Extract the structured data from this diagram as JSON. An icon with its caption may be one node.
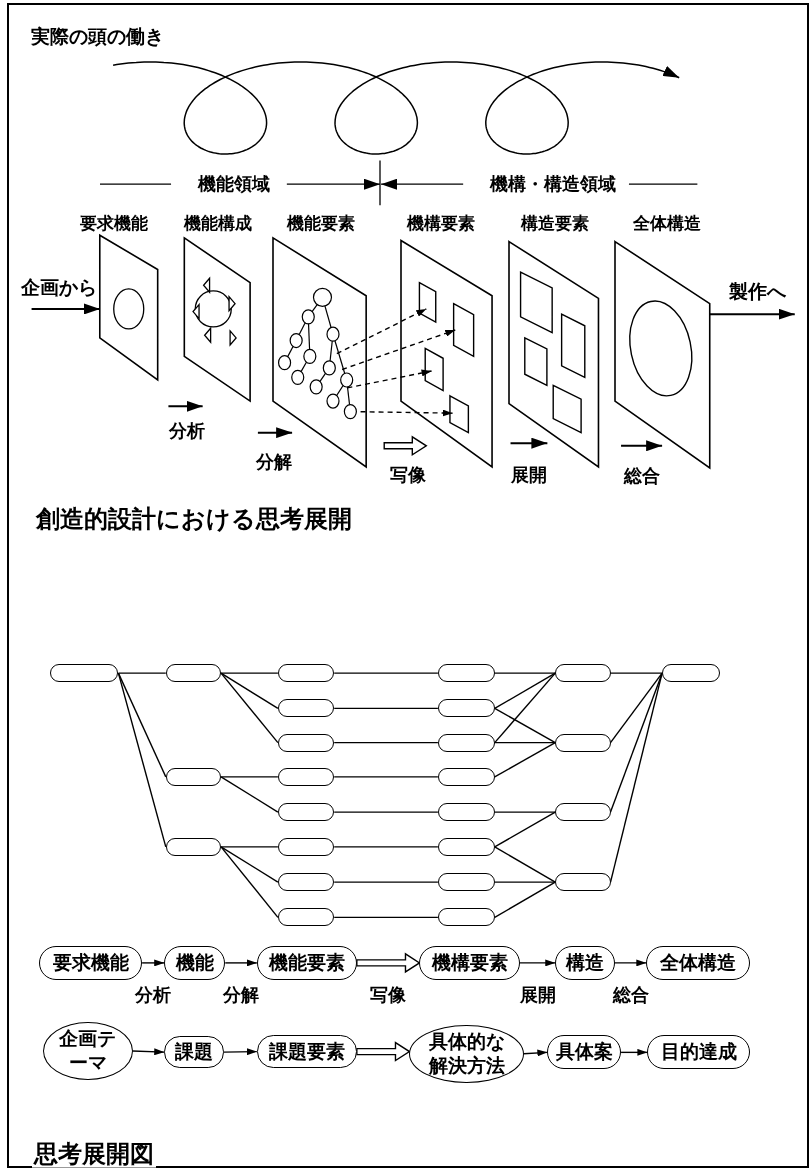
{
  "diagram": {
    "nodes": [
      {
        "text": [
          "企画から"
        ]
      },
      {
        "text": [
          "要求機能"
        ]
      },
      {
        "text": [
          "機能構成"
        ]
      },
      {
        "text": [
          "機能要素"
        ]
      },
      {
        "text": [
          "機構要素"
        ]
      },
      {
        "text": [
          "構造要素"
        ]
      },
      {
        "text": [
          "全体構造"
        ]
      },
      {
        "text": [
          "製作へ"
        ]
      },
      {
        "text": [],
        "shape": "box"
      },
      {
        "text": [],
        "shape": "box"
      },
      {
        "text": [],
        "shape": "box"
      },
      {
        "text": [],
        "shape": "box"
      },
      {
        "text": [],
        "shape": "box"
      },
      {
        "text": [],
        "shape": "box"
      },
      {
        "text": [],
        "shape": "box"
      },
      {
        "text": [],
        "shape": "box"
      },
      {
        "text": [],
        "shape": "box"
      },
      {
        "text": [],
        "shape": "box"
      },
      {
        "text": [],
        "shape": "box"
      },
      {
        "text": [],
        "shape": "box"
      },
      {
        "text": [],
        "shape": "box"
      },
      {
        "text": [],
        "shape": "box"
      },
      {
        "text": [],
        "shape": "box"
      },
      {
        "text": [],
        "shape": "box"
      },
      {
        "text": [],
        "shape": "box"
      },
      {
        "text": [],
        "shape": "box"
      },
      {
        "text": [],
        "shape": "box"
      },
      {
        "text": [],
        "shape": "box"
      },
      {
        "text": [],
        "shape": "box"
      },
      {
        "text": [],
        "shape": "box"
      },
      {
        "text": [],
        "shape": "box"
      },
      {
        "text": [],
        "shape": "box"
      },
      {
        "text": [],
        "shape": "box"
      },
      {
        "text": [
          "要求機能"
        ]
      },
      {
        "text": [
          "機能"
        ]
      },
      {
        "text": [
          "機能要素"
        ]
      },
      {
        "text": [
          "機構要素"
        ]
      },
      {
        "text": [
          "構造"
        ]
      },
      {
        "text": [
          "全体構造"
        ]
      },
      {
        "text": [
          "企画テーマ"
        ]
      },
      {
        "text": [
          "課題"
        ]
      },
      {
        "text": [
          "課題要素"
        ]
      },
      {
        "text": [
          "具体的な解決方法"
        ]
      },
      {
        "text": [
          "具体案"
        ]
      },
      {
        "text": [
          "目的達成"
        ]
      }
    ],
    "edges": [
      {
        "from": 0,
        "to": 1,
        "arrow": "to"
      },
      {
        "from": 1,
        "to": 2,
        "arrow": "to",
        "label": "分析"
      },
      {
        "from": 2,
        "to": 3,
        "arrow": "to",
        "label": "分解"
      },
      {
        "from": 3,
        "to": 4,
        "arrow": "to",
        "label": "写像"
      },
      {
        "from": 4,
        "to": 5,
        "arrow": "to",
        "label": "展開"
      },
      {
        "from": 5,
        "to": 6,
        "arrow": "to",
        "label": "総合"
      },
      {
        "from": 6,
        "to": 7,
        "arrow": "to"
      },
      {
        "from": 3,
        "to": 4,
        "arrow": "to",
        "style": "dashed"
      },
      {
        "from": 3,
        "to": 4,
        "arrow": "to",
        "style": "dashed"
      },
      {
        "from": 3,
        "to": 4,
        "arrow": "to",
        "style": "dashed"
      },
      {
        "from": 3,
        "to": 4,
        "arrow": "to",
        "style": "dashed"
      },
      {
        "from": 8,
        "to": 9,
        "arrow": "none"
      },
      {
        "from": 8,
        "to": 10,
        "arrow": "none"
      },
      {
        "from": 8,
        "to": 11,
        "arrow": "none"
      },
      {
        "from": 9,
        "to": 12,
        "arrow": "none"
      },
      {
        "from": 9,
        "to": 13,
        "arrow": "none"
      },
      {
        "from": 9,
        "to": 14,
        "arrow": "none"
      },
      {
        "from": 10,
        "to": 15,
        "arrow": "none"
      },
      {
        "from": 10,
        "to": 16,
        "arrow": "none"
      },
      {
        "from": 11,
        "to": 17,
        "arrow": "none"
      },
      {
        "from": 11,
        "to": 18,
        "arrow": "none"
      },
      {
        "from": 11,
        "to": 19,
        "arrow": "none"
      },
      {
        "from": 12,
        "to": 20,
        "arrow": "none"
      },
      {
        "from": 13,
        "to": 21,
        "arrow": "none"
      },
      {
        "from": 14,
        "to": 22,
        "arrow": "none"
      },
      {
        "from": 15,
        "to": 23,
        "arrow": "none"
      },
      {
        "from": 16,
        "to": 24,
        "arrow": "none"
      },
      {
        "from": 17,
        "to": 25,
        "arrow": "none"
      },
      {
        "from": 18,
        "to": 26,
        "arrow": "none"
      },
      {
        "from": 19,
        "to": 27,
        "arrow": "none"
      },
      {
        "from": 20,
        "to": 28,
        "arrow": "none"
      },
      {
        "from": 21,
        "to": 28,
        "arrow": "none"
      },
      {
        "from": 21,
        "to": 29,
        "arrow": "none"
      },
      {
        "from": 22,
        "to": 28,
        "arrow": "none"
      },
      {
        "from": 22,
        "to": 29,
        "arrow": "none"
      },
      {
        "from": 23,
        "to": 29,
        "arrow": "none"
      },
      {
        "from": 24,
        "to": 30,
        "arrow": "none"
      },
      {
        "from": 25,
        "to": 30,
        "arrow": "none"
      },
      {
        "from": 25,
        "to": 31,
        "arrow": "none"
      },
      {
        "from": 26,
        "to": 31,
        "arrow": "none"
      },
      {
        "from": 27,
        "to": 31,
        "arrow": "none"
      },
      {
        "from": 28,
        "to": 32,
        "arrow": "none"
      },
      {
        "from": 29,
        "to": 32,
        "arrow": "none"
      },
      {
        "from": 30,
        "to": 32,
        "arrow": "none"
      },
      {
        "from": 31,
        "to": 32,
        "arrow": "none"
      },
      {
        "from": 33,
        "to": 34,
        "arrow": "to",
        "label": "分析"
      },
      {
        "from": 34,
        "to": 35,
        "arrow": "to",
        "label": "分解"
      },
      {
        "from": 35,
        "to": 36,
        "arrow": "to",
        "label": "写像"
      },
      {
        "from": 36,
        "to": 37,
        "arrow": "to",
        "label": "展開"
      },
      {
        "from": 37,
        "to": 38,
        "arrow": "to",
        "label": "総合"
      },
      {
        "from": 39,
        "to": 40,
        "arrow": "to"
      },
      {
        "from": 40,
        "to": 41,
        "arrow": "to"
      },
      {
        "from": 41,
        "to": 42,
        "arrow": "to"
      },
      {
        "from": 42,
        "to": 43,
        "arrow": "to"
      },
      {
        "from": 43,
        "to": 44,
        "arrow": "to"
      }
    ],
    "labels": [
      "実際の頭の働き",
      "機能領域",
      "機構・構造領域",
      "創造的設計における思考展開",
      "思考展開図"
    ]
  }
}
